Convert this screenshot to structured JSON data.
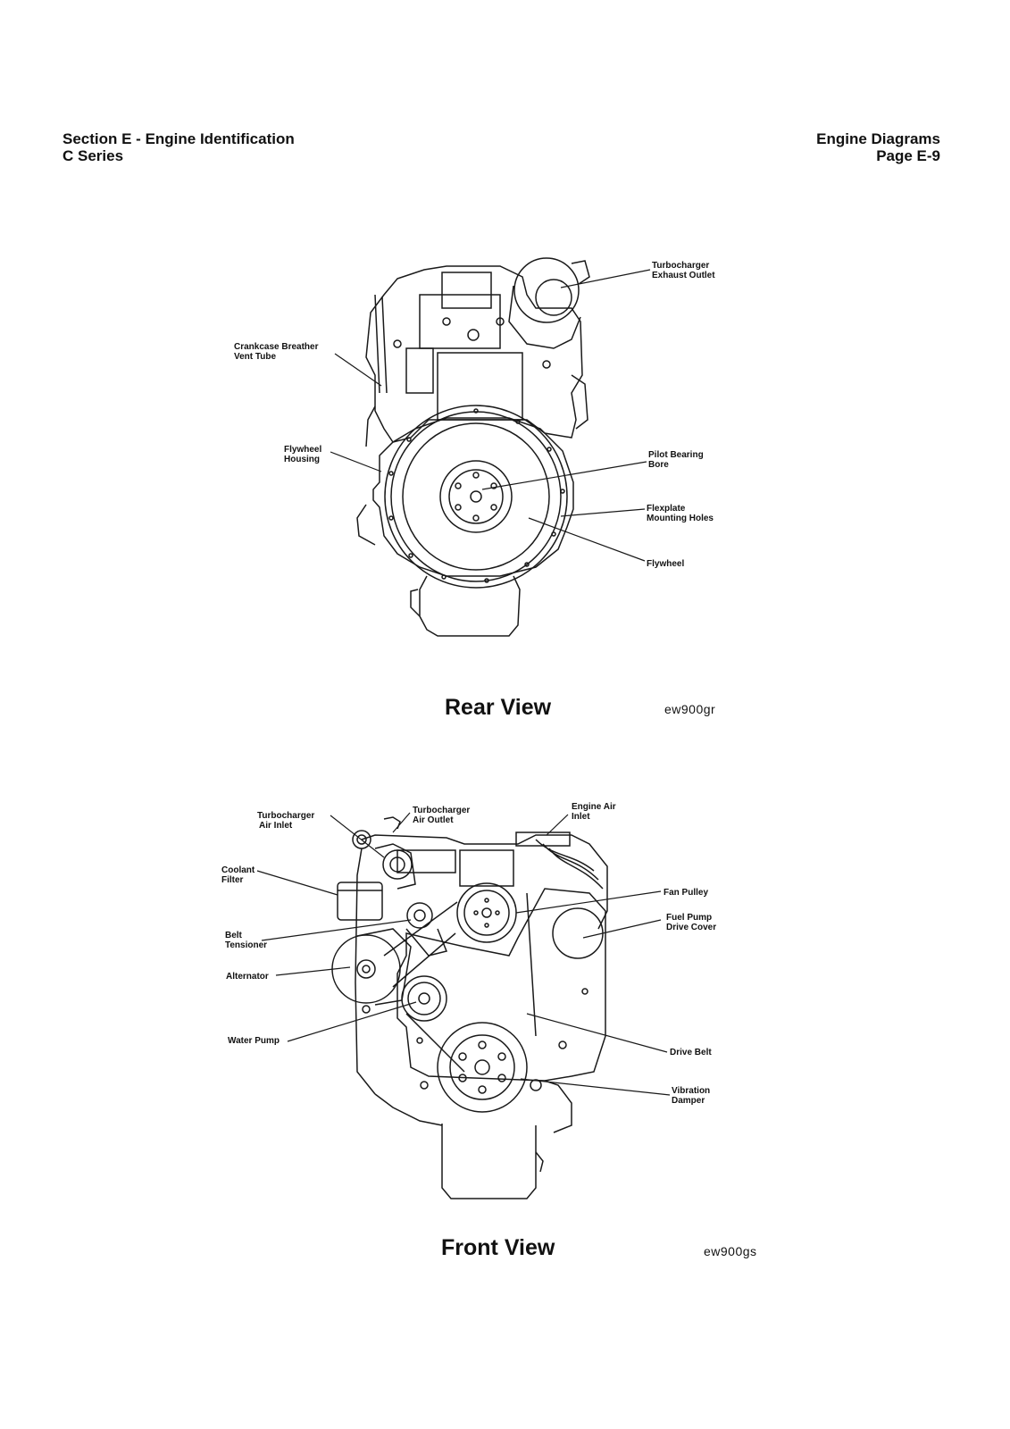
{
  "header": {
    "left_line1": "Section E - Engine Identification",
    "left_line2": "C Series",
    "right_line1": "Engine Diagrams",
    "right_line2": "Page E-9"
  },
  "rear_view": {
    "caption": "Rear View",
    "code": "ew900gr",
    "labels": {
      "turbo_exhaust_1": "Turbocharger",
      "turbo_exhaust_2": "Exhaust Outlet",
      "breather_1": "Crankcase Breather",
      "breather_2": "Vent Tube",
      "fw_housing_1": "Flywheel",
      "fw_housing_2": "Housing",
      "pilot_1": "Pilot Bearing",
      "pilot_2": "Bore",
      "flexplate_1": "Flexplate",
      "flexplate_2": "Mounting Holes",
      "flywheel": "Flywheel"
    }
  },
  "front_view": {
    "caption": "Front View",
    "code": "ew900gs",
    "labels": {
      "turbo_air_inlet_1": "Turbocharger",
      "turbo_air_inlet_2": "Air Inlet",
      "turbo_air_outlet_1": "Turbocharger",
      "turbo_air_outlet_2": "Air Outlet",
      "engine_air_1": "Engine Air",
      "engine_air_2": "Inlet",
      "coolant_1": "Coolant",
      "coolant_2": "Filter",
      "fan_pulley": "Fan Pulley",
      "fuel_pump_1": "Fuel Pump",
      "fuel_pump_2": "Drive Cover",
      "belt_1": "Belt",
      "belt_2": "Tensioner",
      "alternator": "Alternator",
      "water_pump": "Water Pump",
      "drive_belt": "Drive Belt",
      "vibration_1": "Vibration",
      "vibration_2": "Damper"
    }
  }
}
